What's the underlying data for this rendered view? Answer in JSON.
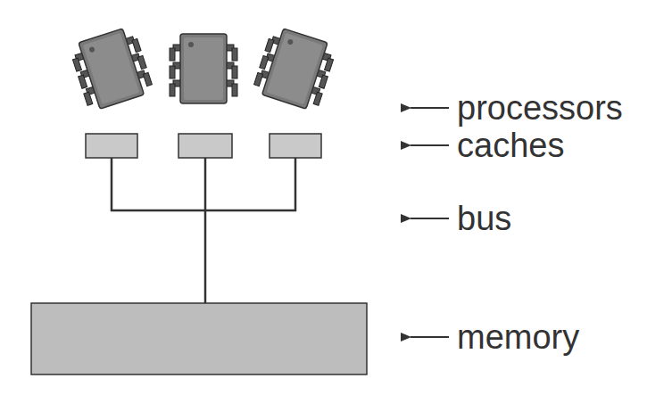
{
  "diagram": {
    "labels": [
      "processors",
      "caches",
      "bus",
      "memory"
    ]
  }
}
